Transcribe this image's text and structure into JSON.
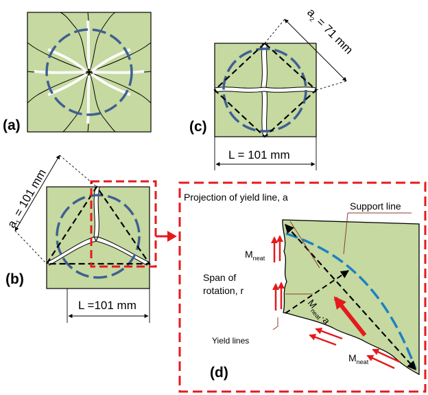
{
  "colors": {
    "plate": "#c5d9a0",
    "circle": "#3f5f93",
    "arc_d": "#1e7fc4",
    "red": "#e41a1c",
    "dashed_line": "#000000"
  },
  "panels": {
    "a": "(a)",
    "b": "(b)",
    "c": "(c)",
    "d": "(d)"
  },
  "dimensions": {
    "a2_sym": "a",
    "a2_sub": "2",
    "a2_val": " = 71 mm",
    "a1_sym": "a",
    "a1_sub": "1",
    "a1_val": " = 101 mm",
    "L_c": "L = 101 mm",
    "L_b": "L =101 mm"
  },
  "labels_d": {
    "projection": "Projection of yield line, a",
    "support": "Support line",
    "mneat_left_main": "M",
    "mneat_left_sub": "neat",
    "span_line1": "Span of",
    "span_line2": "rotation, r",
    "yield_lines": "Yield lines",
    "mneat_a_main": "M",
    "mneat_a_sub": "neat",
    "mneat_a_tail": "·a",
    "mneat_bottom_main": "M",
    "mneat_bottom_sub": "neat"
  }
}
